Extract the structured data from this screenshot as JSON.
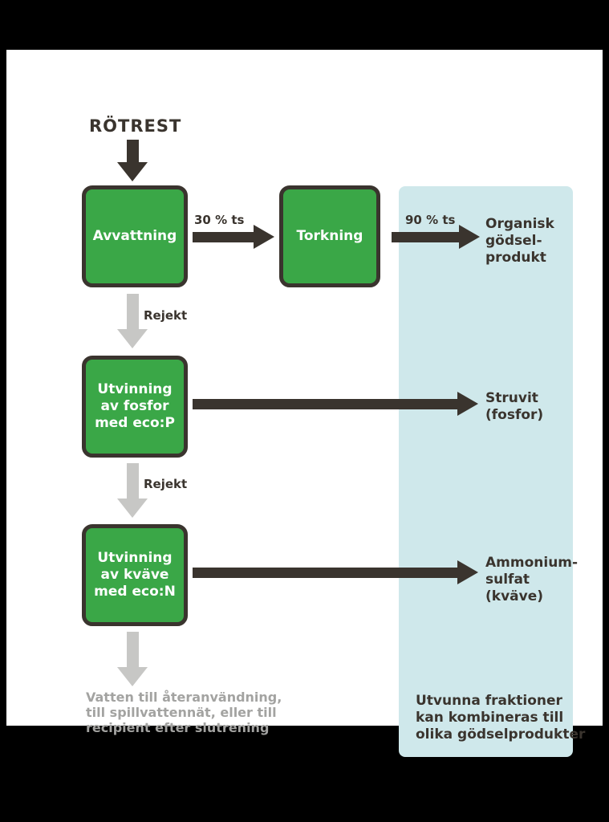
{
  "colors": {
    "background": "#000000",
    "sheet": "#ffffff",
    "box_green": "#3aa747",
    "outline_dark": "#3a342e",
    "arrow_gray": "#c7c7c5",
    "panel_blue": "#cfe8eb",
    "text_dark": "#3a342e",
    "text_gray": "#a3a3a1",
    "box_text": "#ffffff"
  },
  "title": "RÖTREST",
  "process": {
    "avvattning": "Avvattning",
    "torkning": "Torkning",
    "fosfor_lines": [
      "Utvinning",
      "av fosfor",
      "med eco:P"
    ],
    "kvave_lines": [
      "Utvinning",
      "av kväve",
      "med eco:N"
    ]
  },
  "labels": {
    "ts30": "30 % ts",
    "ts90": "90 % ts",
    "rejekt_1": "Rejekt",
    "rejekt_2": "Rejekt"
  },
  "outputs": {
    "organisk_lines": [
      "Organisk",
      "gödsel-",
      "produkt"
    ],
    "struvit_lines": [
      "Struvit",
      "(fosfor)"
    ],
    "ammonium_lines": [
      "Ammonium-",
      "sulfat",
      "(kväve)"
    ]
  },
  "notes": {
    "water_lines": [
      "Vatten till återanvändning,",
      "till spillvattennät, eller till",
      "recipient efter slutrening"
    ],
    "panel_lines": [
      "Utvunna fraktioner",
      "kan kombineras till",
      "olika gödselprodukter"
    ]
  }
}
